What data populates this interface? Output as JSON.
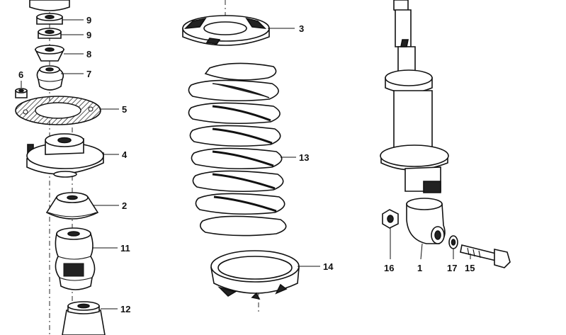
{
  "diagram": {
    "callouts": [
      {
        "id": "c9a",
        "text": "9"
      },
      {
        "id": "c9b",
        "text": "9"
      },
      {
        "id": "c8",
        "text": "8"
      },
      {
        "id": "c7",
        "text": "7"
      },
      {
        "id": "c6",
        "text": "6"
      },
      {
        "id": "c5",
        "text": "5"
      },
      {
        "id": "c4",
        "text": "4"
      },
      {
        "id": "c2",
        "text": "2"
      },
      {
        "id": "c11",
        "text": "11"
      },
      {
        "id": "c12",
        "text": "12"
      },
      {
        "id": "c3",
        "text": "3"
      },
      {
        "id": "c13",
        "text": "13"
      },
      {
        "id": "c14",
        "text": "14"
      },
      {
        "id": "c16",
        "text": "16"
      },
      {
        "id": "c1",
        "text": "1"
      },
      {
        "id": "c17",
        "text": "17"
      },
      {
        "id": "c15",
        "text": "15"
      }
    ]
  }
}
